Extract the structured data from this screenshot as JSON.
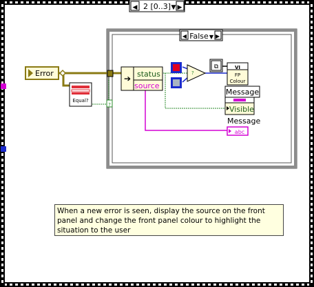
{
  "outer_case": {
    "selector_label": "2 [0..3]",
    "left_arrow": "◀",
    "right_arrow": "▶",
    "dropdown_arrow": "▼"
  },
  "inner_case": {
    "selector_label": "False",
    "left_arrow": "◀",
    "right_arrow": "▶",
    "dropdown_arrow": "▼"
  },
  "error_local": {
    "label": "Error"
  },
  "equal_node": {
    "label": "Equal?"
  },
  "unbundle": {
    "fields": [
      "status",
      "source"
    ]
  },
  "select_node": {
    "true_color": "#e00020",
    "false_color": "#a9b4c2"
  },
  "vi_ref": {
    "top": "VI",
    "mid": "FP",
    "bottom": "Colour"
  },
  "message_node": {
    "title": "Message",
    "property": "Visible"
  },
  "message_label": "Message",
  "string_terminal": "abc",
  "boolean_terminal": "?",
  "ref_glyph": "⧉",
  "comment": "When a new error is seen, display the source on the front panel and change the front panel colour to highlight the situation to the user",
  "colors": {
    "cluster_wire": "#8a7a14",
    "boolean_wire": "#2a8a2a",
    "string_wire": "#d400d4",
    "frame_gray": "#8c8c8c",
    "comment_bg": "#ffffe0"
  }
}
